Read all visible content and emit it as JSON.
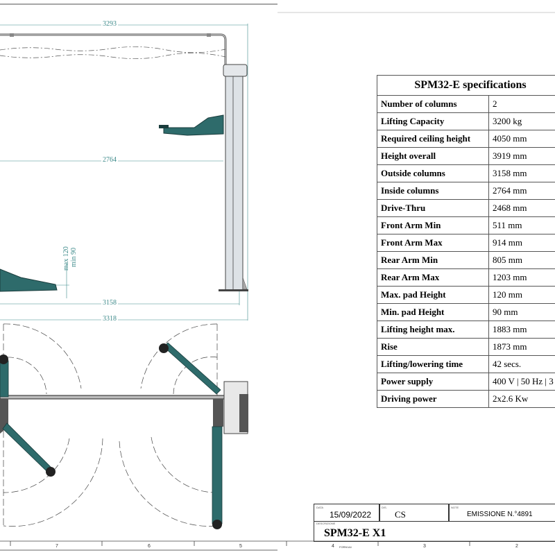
{
  "drawing": {
    "dimensions": {
      "overall_width_top": "3293",
      "inside_columns": "2764",
      "outside_columns": "3158",
      "overall_width_base": "3318",
      "pad_height_max": "max 120",
      "pad_height_min": "min 90"
    },
    "colors": {
      "arm": "#2e6b6b",
      "column": "#d8dde2",
      "dimension": "#3d8a8a"
    }
  },
  "specs": {
    "title": "SPM32-E specifications",
    "rows": [
      {
        "label": "Number of columns",
        "value": "2"
      },
      {
        "label": "Lifting Capacity",
        "value": "3200 kg"
      },
      {
        "label": "Required ceiling height",
        "value": "4050 mm"
      },
      {
        "label": "Height overall",
        "value": "3919 mm"
      },
      {
        "label": "Outside columns",
        "value": "3158 mm"
      },
      {
        "label": "Inside columns",
        "value": "2764 mm"
      },
      {
        "label": "Drive-Thru",
        "value": "2468 mm"
      },
      {
        "label": "Front Arm Min",
        "value": "511 mm"
      },
      {
        "label": "Front Arm Max",
        "value": "914 mm"
      },
      {
        "label": "Rear Arm Min",
        "value": "805 mm"
      },
      {
        "label": "Rear Arm Max",
        "value": "1203 mm"
      },
      {
        "label": "Max. pad Height",
        "value": "120 mm"
      },
      {
        "label": "Min. pad Height",
        "value": "90 mm"
      },
      {
        "label": "Lifting height max.",
        "value": "1883 mm"
      },
      {
        "label": "Rise",
        "value": "1873 mm"
      },
      {
        "label": "Lifting/lowering time",
        "value": "42 secs."
      },
      {
        "label": "Power supply",
        "value": "400 V | 50 Hz | 3"
      },
      {
        "label": "Driving power",
        "value": "2x2.6 Kw"
      }
    ]
  },
  "title_block": {
    "date_label": "DATA",
    "date": "15/09/2022",
    "drawn_label": "DIS.",
    "drawn_by": "CS",
    "notes_label": "NOTE",
    "notes": "EMISSIONE N.°4891",
    "description_label": "DESCRIZIONE",
    "description": "SPM32-E X1",
    "format": "FORM.A4"
  },
  "ruler": [
    "7",
    "6",
    "5",
    "4",
    "3",
    "2"
  ]
}
